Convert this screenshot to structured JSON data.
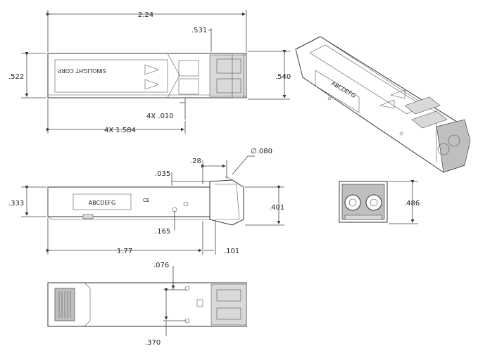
{
  "drawing": {
    "label_sinolight": "SINOLIGHT CORP.",
    "label_abcdefg": "ABCDEFG",
    "label_abcdefg_iso": "ABCDEFG",
    "label_ce": "CE"
  },
  "dimensions": {
    "d_2_24": "2.24",
    "d_531": ".531",
    "d_522": ".522",
    "d_540": ".540",
    "d_4x_010": "4X .010",
    "d_4x_1584": "4X 1.584",
    "d_035": ".035",
    "d_28": ".28",
    "d_phi_080": "∅.080",
    "d_333": ".333",
    "d_401": ".401",
    "d_165": ".165",
    "d_486": ".486",
    "d_1_77": "1.77",
    "d_101": ".101",
    "d_076": ".076",
    "d_370": ".370"
  }
}
